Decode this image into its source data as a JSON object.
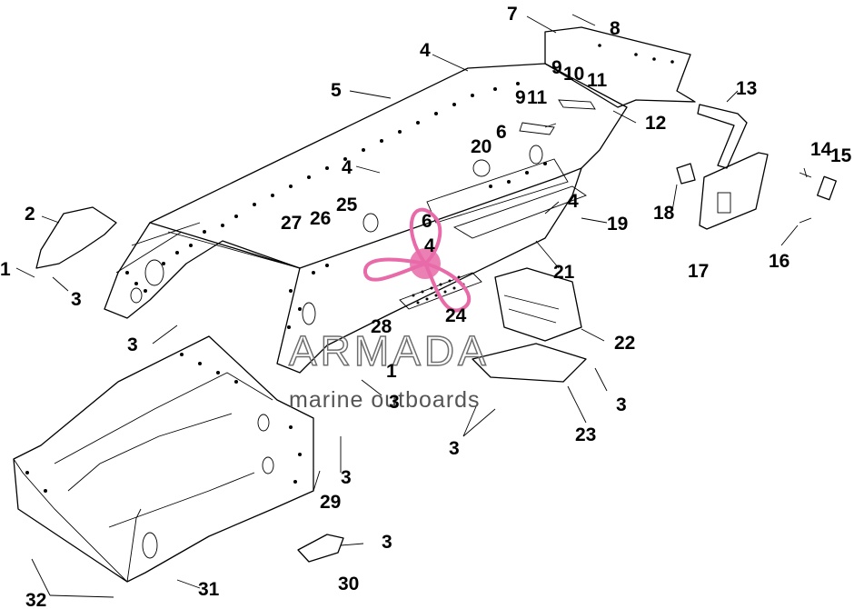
{
  "callouts": [
    {
      "id": "c1a",
      "text": "1"
    },
    {
      "id": "c1b",
      "text": "1"
    },
    {
      "id": "c2",
      "text": "2"
    },
    {
      "id": "c3a",
      "text": "3"
    },
    {
      "id": "c3b",
      "text": "3"
    },
    {
      "id": "c3c",
      "text": "3"
    },
    {
      "id": "c3d",
      "text": "3"
    },
    {
      "id": "c3e",
      "text": "3"
    },
    {
      "id": "c3f",
      "text": "3"
    },
    {
      "id": "c3g",
      "text": "3"
    },
    {
      "id": "c4a",
      "text": "4"
    },
    {
      "id": "c4b",
      "text": "4"
    },
    {
      "id": "c4c",
      "text": "4"
    },
    {
      "id": "c4d",
      "text": "4"
    },
    {
      "id": "c5",
      "text": "5"
    },
    {
      "id": "c6a",
      "text": "6"
    },
    {
      "id": "c6b",
      "text": "6"
    },
    {
      "id": "c7",
      "text": "7"
    },
    {
      "id": "c8",
      "text": "8"
    },
    {
      "id": "c9a",
      "text": "9"
    },
    {
      "id": "c10",
      "text": "10"
    },
    {
      "id": "c11a",
      "text": "11"
    },
    {
      "id": "c9b",
      "text": "9"
    },
    {
      "id": "c11b",
      "text": "11"
    },
    {
      "id": "c12",
      "text": "12"
    },
    {
      "id": "c13",
      "text": "13"
    },
    {
      "id": "c14",
      "text": "14"
    },
    {
      "id": "c15",
      "text": "15"
    },
    {
      "id": "c16",
      "text": "16"
    },
    {
      "id": "c17",
      "text": "17"
    },
    {
      "id": "c18",
      "text": "18"
    },
    {
      "id": "c19",
      "text": "19"
    },
    {
      "id": "c20",
      "text": "20"
    },
    {
      "id": "c21",
      "text": "21"
    },
    {
      "id": "c22",
      "text": "22"
    },
    {
      "id": "c23",
      "text": "23"
    },
    {
      "id": "c24",
      "text": "24"
    },
    {
      "id": "c25",
      "text": "25"
    },
    {
      "id": "c26",
      "text": "26"
    },
    {
      "id": "c27",
      "text": "27"
    },
    {
      "id": "c28",
      "text": "28"
    },
    {
      "id": "c29",
      "text": "29"
    },
    {
      "id": "c30",
      "text": "30"
    },
    {
      "id": "c31",
      "text": "31"
    },
    {
      "id": "c32",
      "text": "32"
    }
  ],
  "watermark": {
    "brand": "ARMADA",
    "tagline": "marine outboards",
    "color": "#e86aa8"
  }
}
